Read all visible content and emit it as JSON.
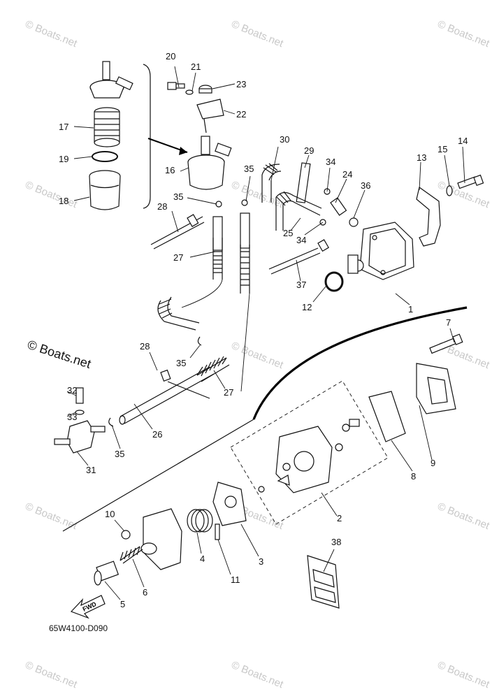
{
  "watermark_text": "© Boats.net",
  "copyright": "© Boats.net",
  "diagram_code": "65W4100-D090",
  "fwd_label": "FWD",
  "callouts": {
    "c1": "1",
    "c2": "2",
    "c3": "3",
    "c4": "4",
    "c5": "5",
    "c6": "6",
    "c7": "7",
    "c8": "8",
    "c9": "9",
    "c10": "10",
    "c11": "11",
    "c12": "12",
    "c13": "13",
    "c14": "14",
    "c15": "15",
    "c16": "16",
    "c17": "17",
    "c18": "18",
    "c19": "19",
    "c20": "20",
    "c21": "21",
    "c22": "22",
    "c23": "23",
    "c24": "24",
    "c25": "25",
    "c26": "26",
    "c27a": "27",
    "c27b": "27",
    "c28a": "28",
    "c28b": "28",
    "c29": "29",
    "c30": "30",
    "c31": "31",
    "c32": "32",
    "c33": "33",
    "c34a": "34",
    "c34b": "34",
    "c35a": "35",
    "c35b": "35",
    "c35c": "35",
    "c35d": "35",
    "c36": "36",
    "c37": "37",
    "c38": "38"
  }
}
